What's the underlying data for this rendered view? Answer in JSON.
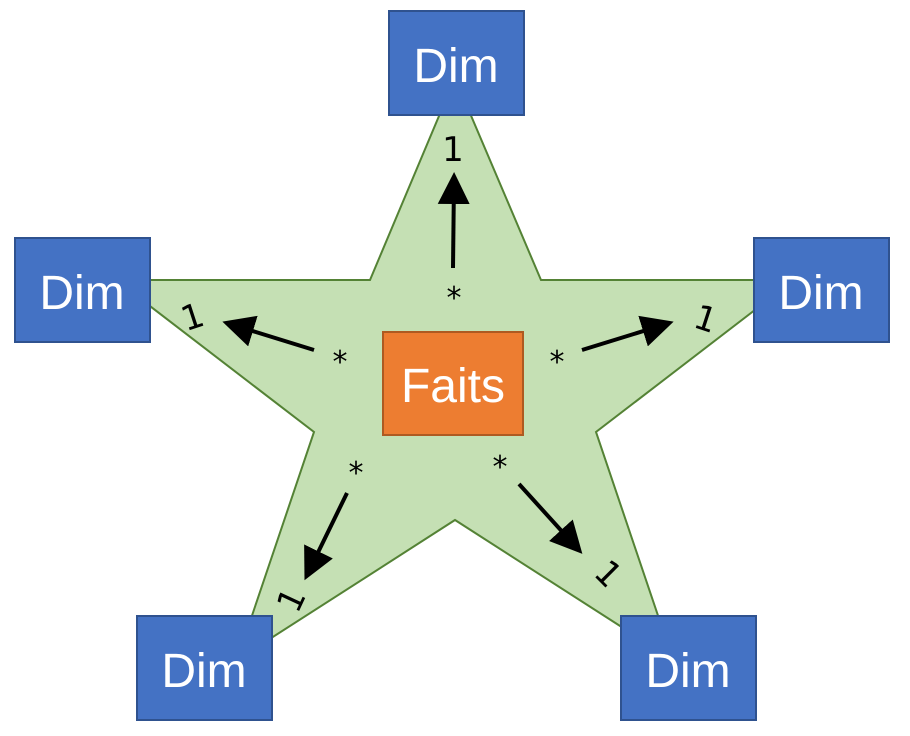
{
  "colors": {
    "star_fill": "#c5e0b4",
    "star_stroke": "#548235",
    "dim_fill": "#4472c4",
    "dim_stroke": "#2f528f",
    "fact_fill": "#ed7d31",
    "fact_stroke": "#ae5a21",
    "arrow": "#000000"
  },
  "fact": {
    "label": "Faits"
  },
  "dimensions": [
    {
      "label": "Dim"
    },
    {
      "label": "Dim"
    },
    {
      "label": "Dim"
    },
    {
      "label": "Dim"
    },
    {
      "label": "Dim"
    }
  ],
  "relations": [
    {
      "from": "*",
      "to": "1"
    },
    {
      "from": "*",
      "to": "1"
    },
    {
      "from": "*",
      "to": "1"
    },
    {
      "from": "*",
      "to": "1"
    },
    {
      "from": "*",
      "to": "1"
    }
  ]
}
